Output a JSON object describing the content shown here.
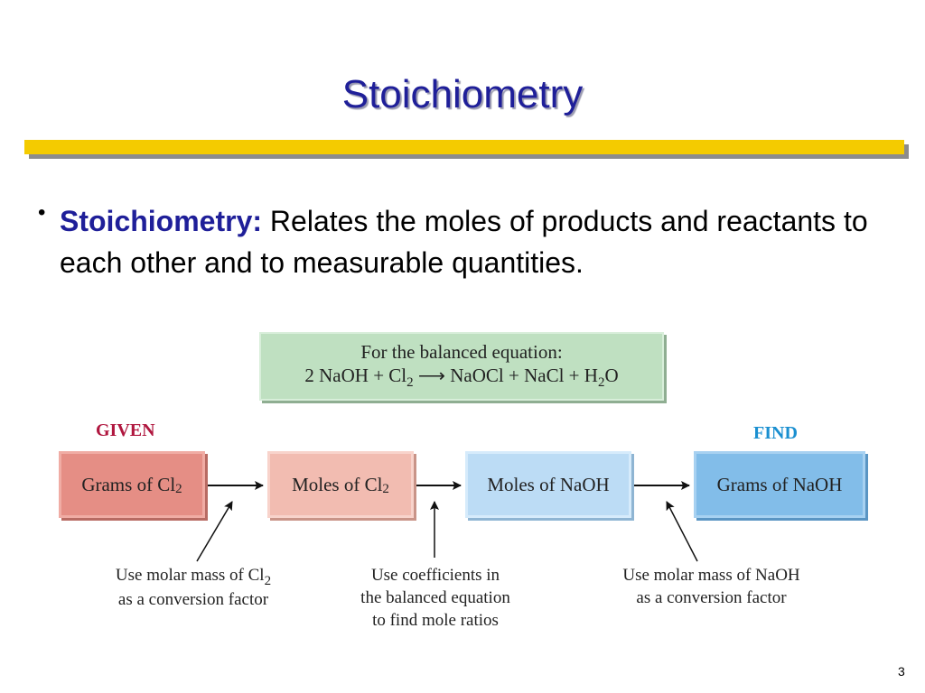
{
  "slide": {
    "title": "Stoichiometry",
    "bullet_marker": "•",
    "bullet_term": "Stoichiometry:",
    "bullet_text": " Relates the moles of products and reactants to each other and to measurable quantities.",
    "page_number": "3"
  },
  "diagram": {
    "equation_heading": "For the balanced equation:",
    "equation": {
      "part1": "2 NaOH + Cl",
      "sub1": "2",
      "arrow": " ⟶ ",
      "part2": "NaOCl + NaCl + H",
      "sub2": "2",
      "part3": "O"
    },
    "given_label": "GIVEN",
    "find_label": "FIND",
    "boxes": [
      {
        "text": "Grams of Cl",
        "sub": "2"
      },
      {
        "text": "Moles of Cl",
        "sub": "2"
      },
      {
        "text": "Moles of NaOH"
      },
      {
        "text": "Grams of NaOH"
      }
    ],
    "notes": [
      {
        "line1": "Use molar mass of Cl",
        "sub": "2",
        "line2": "as a conversion factor"
      },
      {
        "line1": "Use coefficients in",
        "line2": "the balanced equation",
        "line3": "to find mole ratios"
      },
      {
        "line1": "Use molar mass of NaOH",
        "line2": "as a conversion factor"
      }
    ],
    "colors": {
      "given": "#b0173f",
      "find": "#1a8fd0",
      "title": "#1f1f99",
      "rule": "#f4cb00"
    }
  }
}
